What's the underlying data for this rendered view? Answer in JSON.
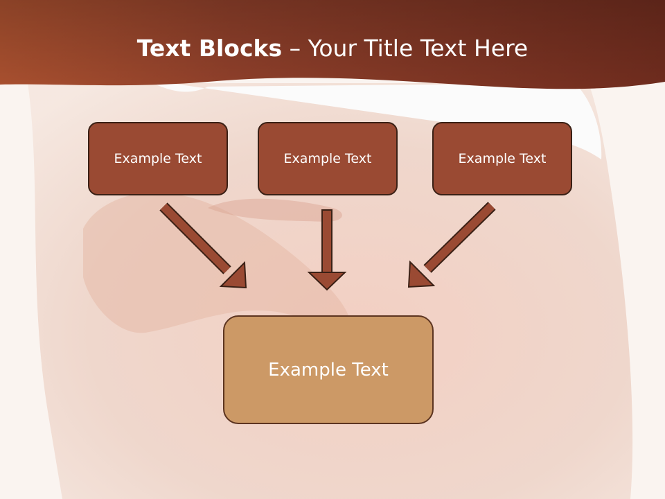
{
  "title": {
    "bold": "Text Blocks",
    "rest": " – Your Title Text Here"
  },
  "boxes": {
    "top": [
      "Example Text",
      "Example Text",
      "Example Text"
    ],
    "bottom": "Example Text"
  },
  "colors": {
    "title_band": "#9a4a33",
    "top_box_fill": "#9a4a33",
    "bottom_box_fill": "#cc9966",
    "arrow_fill": "#9a4a33",
    "border": "#3a2015"
  }
}
